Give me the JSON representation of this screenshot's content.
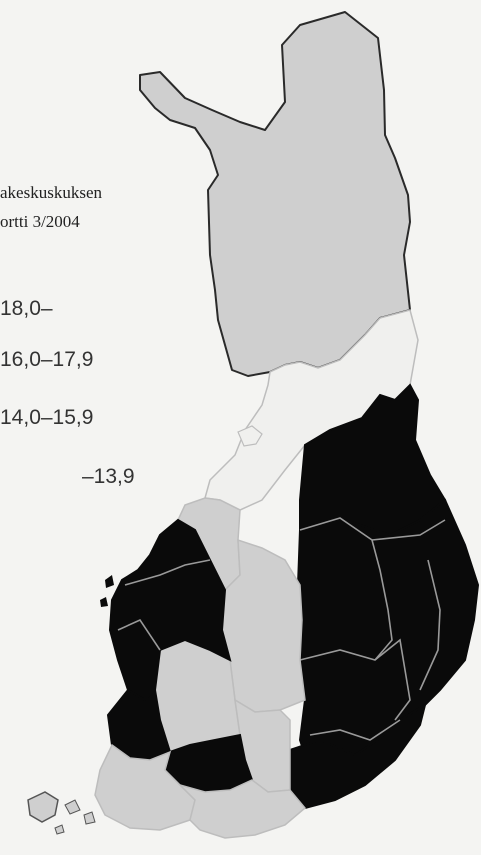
{
  "source": {
    "line1": "akeskuskuksen",
    "line2": "ortti 3/2004"
  },
  "legend": [
    {
      "label": "18,0–",
      "color": "#0a0a0a"
    },
    {
      "label": "16,0–17,9",
      "color": "#0a0a0a"
    },
    {
      "label": "14,0–15,9",
      "color": "#cfcfcf"
    },
    {
      "label": "–13,9",
      "color": "#cfcfcf"
    }
  ],
  "colors": {
    "dark": "#0a0a0a",
    "light": "#cfcfcf",
    "border_dark": "#222222",
    "border_light": "#bdbdbd"
  }
}
